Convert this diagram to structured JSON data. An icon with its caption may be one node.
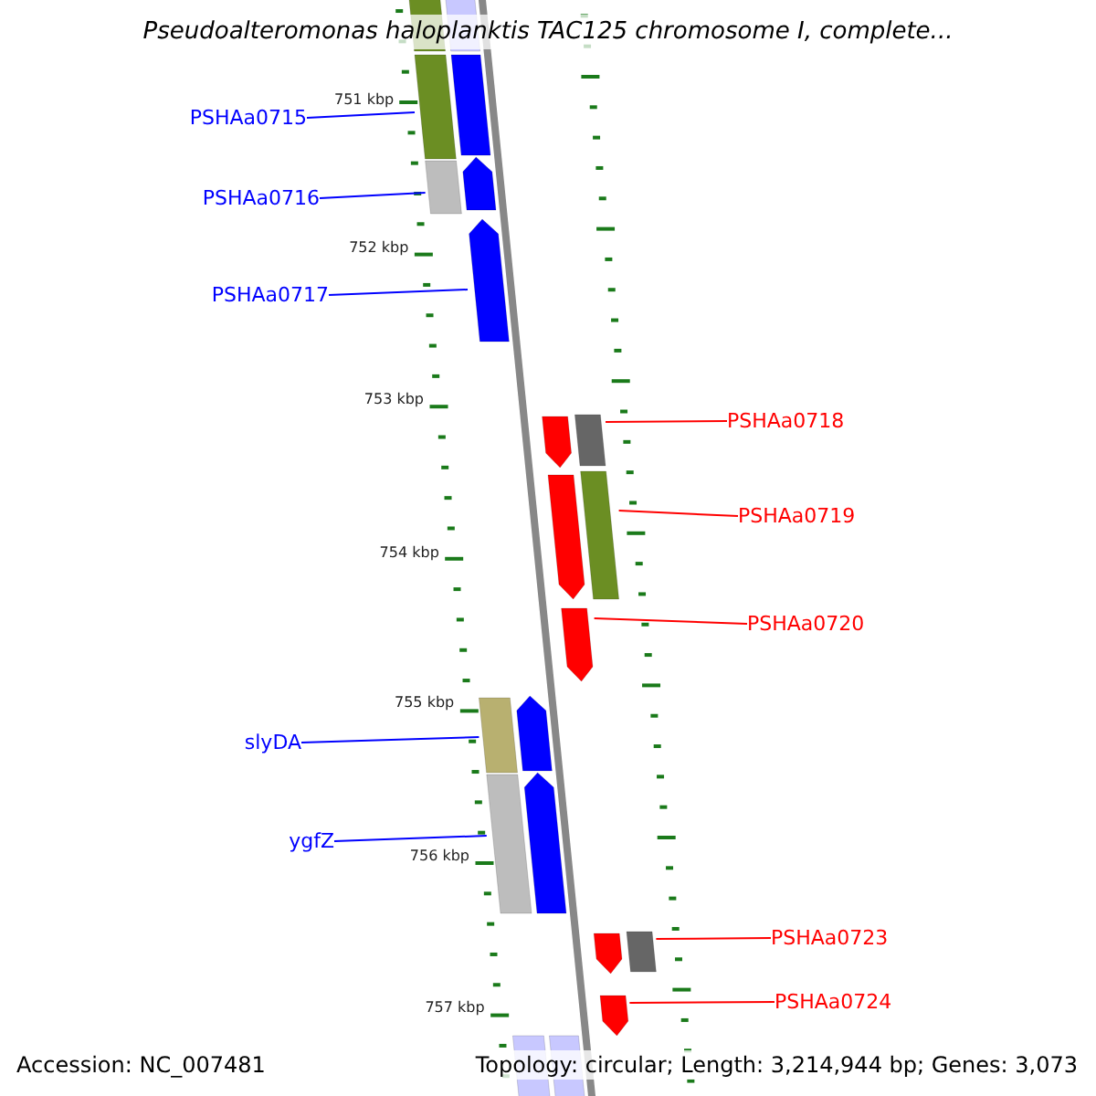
{
  "diagram": {
    "title": "Pseudoalteromonas haloplanktis TAC125 chromosome I, complete...",
    "nodes": [
      {
        "text": [
          "PSHAa0715"
        ]
      },
      {
        "text": [
          "PSHAa0716"
        ]
      },
      {
        "text": [
          "PSHAa0717"
        ]
      },
      {
        "text": [
          "PSHAa0718"
        ]
      },
      {
        "text": [
          "PSHAa0719"
        ]
      },
      {
        "text": [
          "PSHAa0720"
        ]
      },
      {
        "text": [
          "slyDA"
        ]
      },
      {
        "text": [
          "ygfZ"
        ]
      },
      {
        "text": [
          "PSHAa0723"
        ]
      },
      {
        "text": [
          "PSHAa0724"
        ]
      },
      {
        "text": [],
        "shape": "arrow"
      },
      {
        "text": [],
        "shape": "arrow"
      },
      {
        "text": [],
        "shape": "arrow"
      },
      {
        "text": [],
        "shape": "arrow"
      },
      {
        "text": [],
        "shape": "arrow"
      },
      {
        "text": [],
        "shape": "arrow"
      },
      {
        "text": [],
        "shape": "arrow"
      },
      {
        "text": [],
        "shape": "arrow"
      },
      {
        "text": [],
        "shape": "arrow"
      },
      {
        "text": [],
        "shape": "arrow"
      },
      {
        "text": [],
        "shape": "arrow"
      },
      {
        "text": [],
        "shape": "arrow"
      }
    ],
    "edges": [
      {
        "from": 0,
        "to": 11,
        "arrow": "none"
      },
      {
        "from": 1,
        "to": 12,
        "arrow": "none"
      },
      {
        "from": 2,
        "to": 13,
        "arrow": "none"
      },
      {
        "from": 3,
        "to": 14,
        "arrow": "none",
        "color": "#ff0000"
      },
      {
        "from": 4,
        "to": 15,
        "arrow": "none",
        "color": "#ff0000"
      },
      {
        "from": 5,
        "to": 16,
        "arrow": "none",
        "color": "#ff0000"
      },
      {
        "from": 6,
        "to": 17,
        "arrow": "none"
      },
      {
        "from": 7,
        "to": 18,
        "arrow": "none"
      },
      {
        "from": 8,
        "to": 19,
        "arrow": "none",
        "color": "#ff0000"
      },
      {
        "from": 9,
        "to": 20,
        "arrow": "none",
        "color": "#ff0000"
      }
    ],
    "labels": [
      "751 kbp",
      "752 kbp",
      "753 kbp",
      "754 kbp",
      "755 kbp",
      "756 kbp",
      "757 kbp",
      "Accession: NC_007481",
      "Topology: circular; Length: 3,214,944 bp; Genes: 3,073"
    ]
  }
}
